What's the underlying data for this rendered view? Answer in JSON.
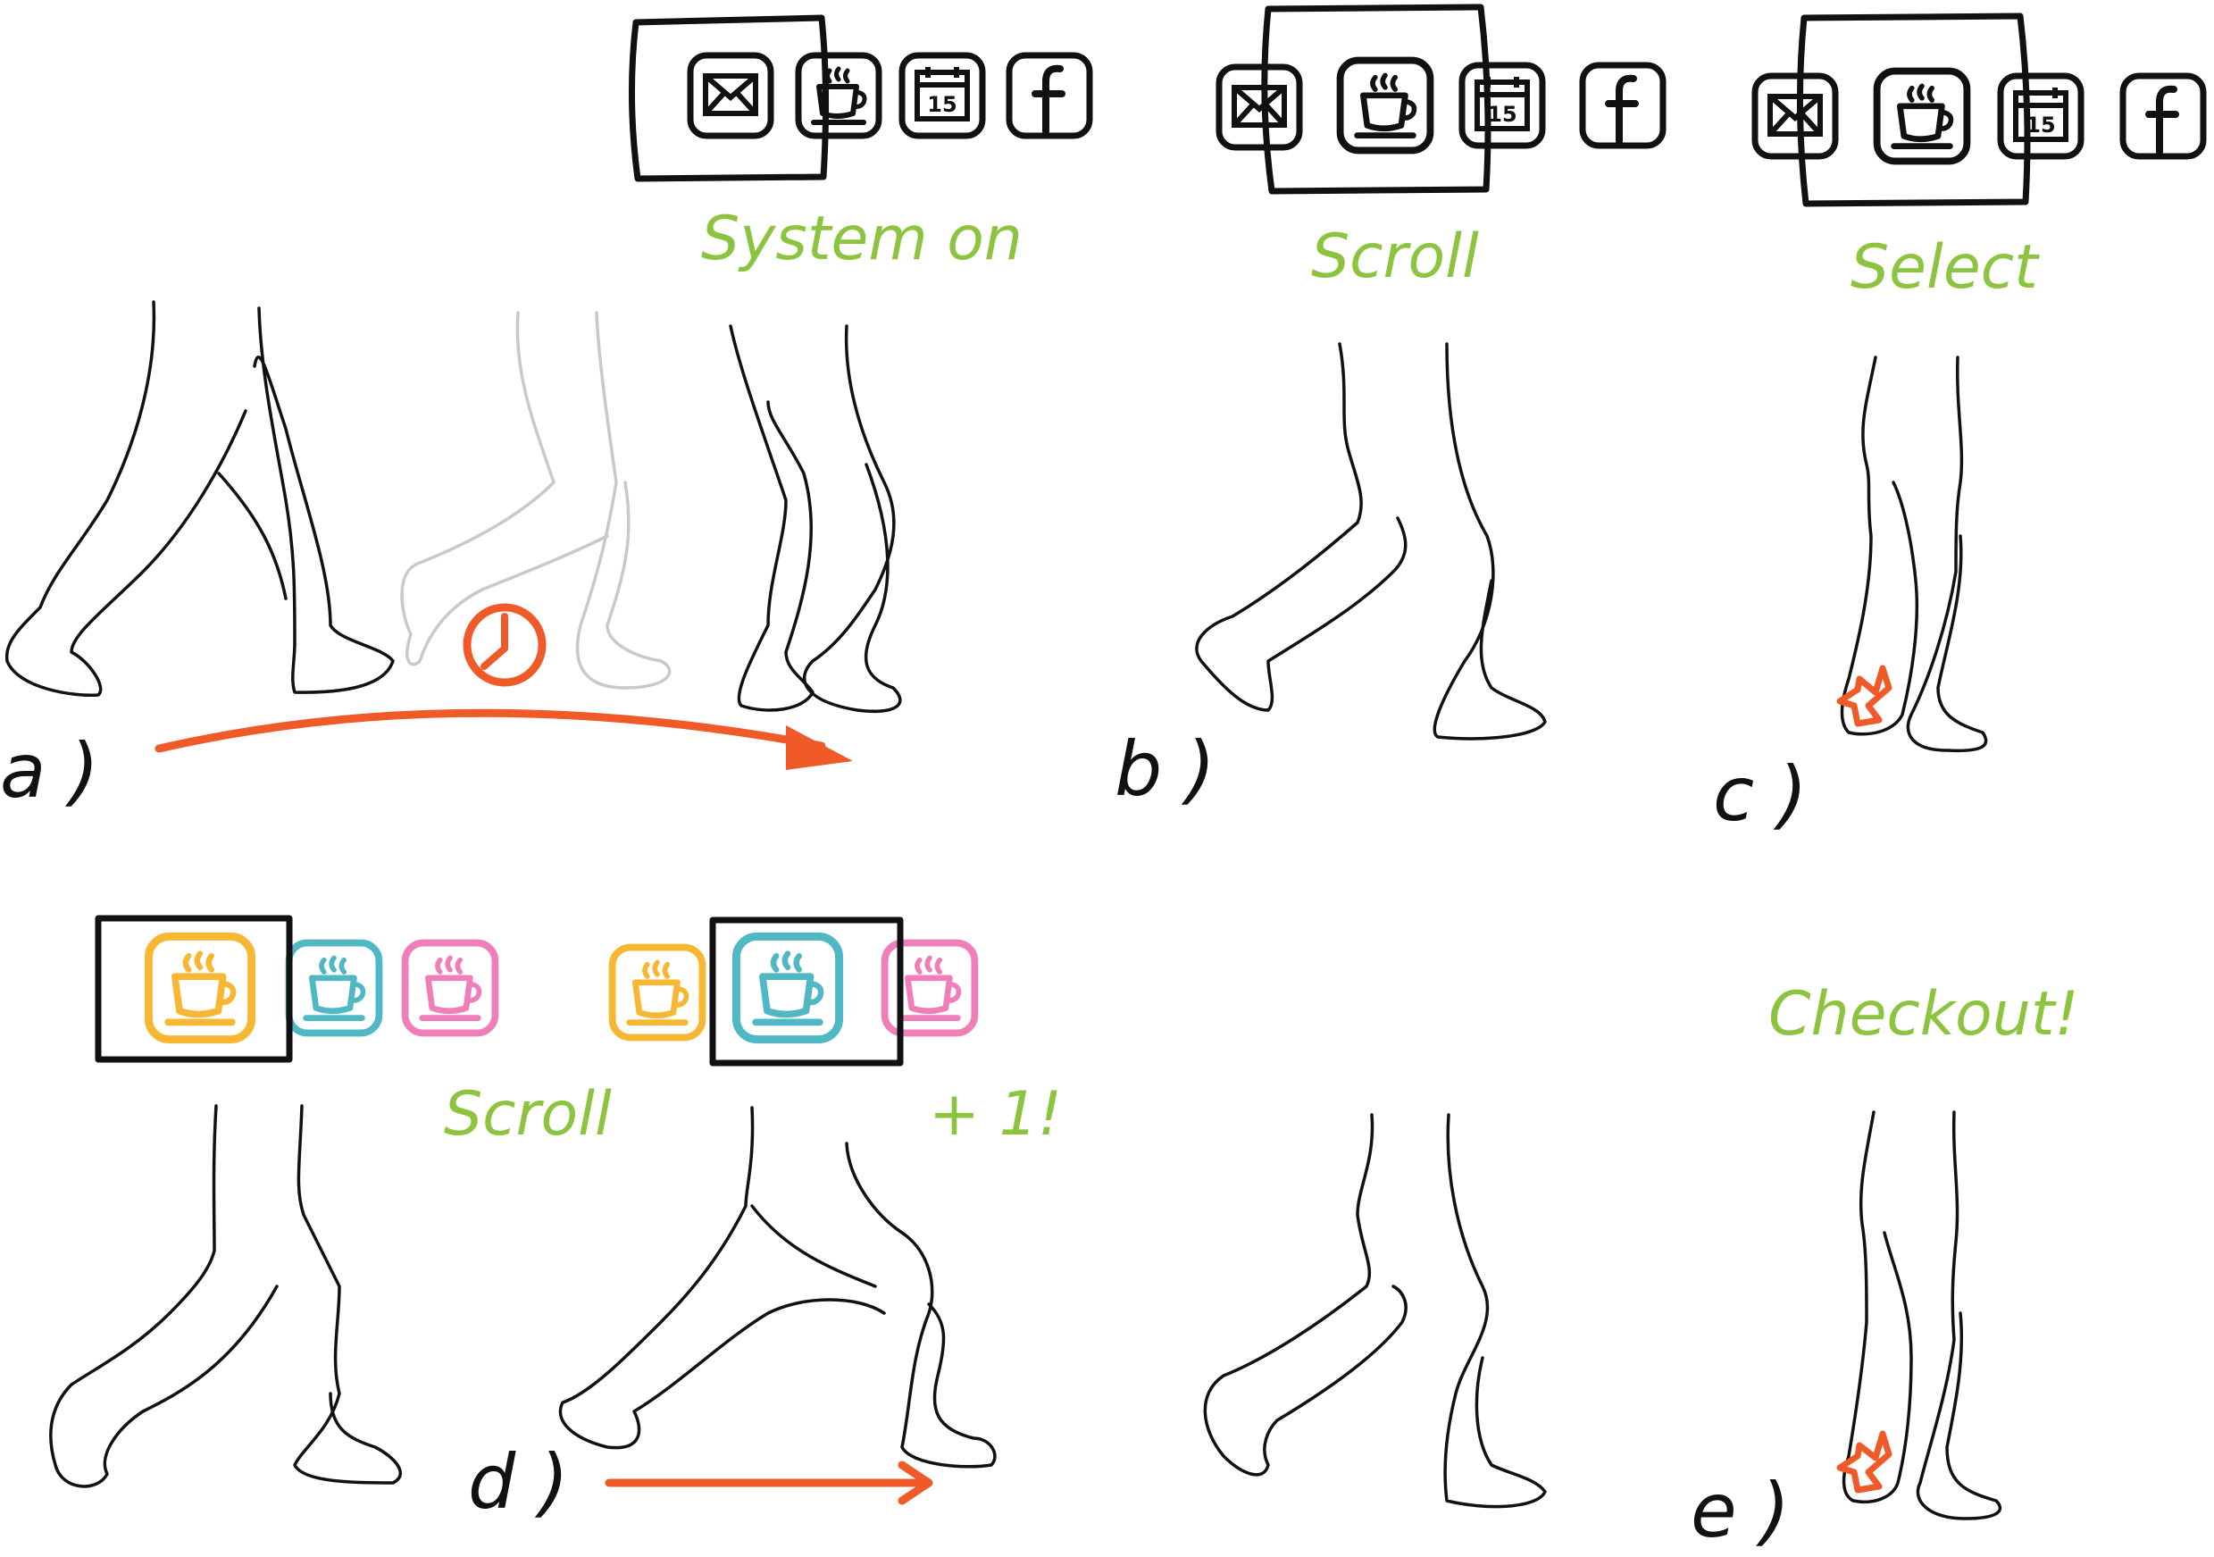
{
  "captions": {
    "system_on": "System on",
    "scroll_top": "Scroll",
    "select": "Select",
    "scroll_bottom": "Scroll",
    "plus_one": "+ 1!",
    "checkout": "Checkout!"
  },
  "panel_labels": {
    "a": "a )",
    "b": "b )",
    "c": "c )",
    "d": "d )",
    "e": "e )"
  },
  "icons": {
    "top_rows": [
      "mail-icon",
      "coffee-cup-icon",
      "calendar-icon",
      "facebook-icon"
    ],
    "calendar_day": "15",
    "facebook_letter": "f",
    "coffee_variants": [
      "yellow",
      "teal",
      "pink"
    ]
  },
  "colors": {
    "caption": "#8cc43f",
    "accent": "#f05a28",
    "ink": "#111111",
    "ghost": "#c9c9c9",
    "coffee_yellow": "#f7b733",
    "coffee_teal": "#4fb8c4",
    "coffee_pink": "#ef7fb8"
  }
}
